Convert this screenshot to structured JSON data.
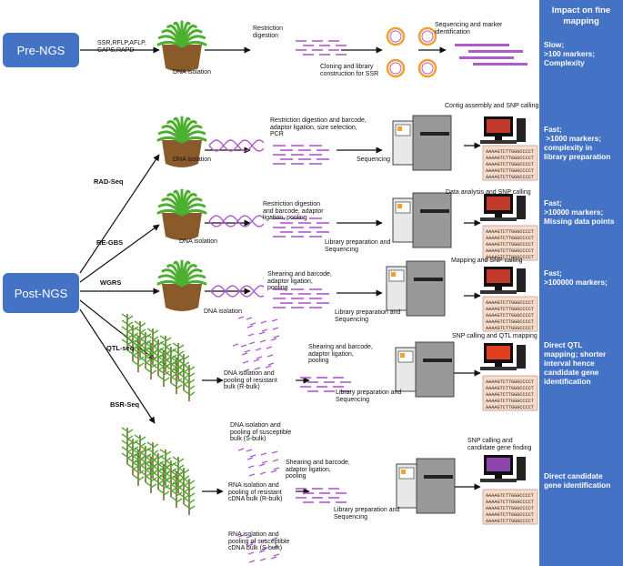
{
  "boxes": {
    "pre_ngs": "Pre-NGS",
    "post_ngs": "Post-NGS"
  },
  "impact_header": "Impact on fine\nmapping",
  "rows": {
    "pre": {
      "markers": "SSR,RFLP,AFLP,\nCAPS,RAPD",
      "dna_isolation": "DNA isolation",
      "step1": "Restriction\ndigestion",
      "step2": "Cloning and library\nconstruction for SSR",
      "step3": "Sequencing and marker\nidentification",
      "impact": "Slow;\n>100 markers;\nComplexity"
    },
    "rad": {
      "method": "RAD-Seq",
      "dna_isolation": "DNA isolation",
      "step1": "Restriction digestion and barcode,\nadaptor ligation, size selection,\nPCR",
      "step2": "Sequencing",
      "analysis": "Contig assembly and SNP calling",
      "impact": "Fast;\n >1000 markers;\ncomplexity in\nlibrary preparation"
    },
    "gbs": {
      "method": "RE-GBS",
      "dna_isolation": "DNA isolation",
      "step1": "Restriction digestion\nand barcode, adaptor\nligation, pooling",
      "step2": "Library preparation and\nSequencing",
      "analysis": "Data analysis and SNP calling",
      "impact": "Fast;\n>10000 markers;\nMissing data points"
    },
    "wgrs": {
      "method": "WGRS",
      "dna_isolation": "DNA isolation",
      "step1": "Shearing and barcode,\nadaptor ligation,\npooling",
      "step2": "Library preparation and\nSequencing",
      "analysis": "Mapping and SNP calling",
      "impact": "Fast;\n>100000 markers;"
    },
    "qtl": {
      "method": "QTL-seq",
      "dna_r": "DNA isolation and\npooling of resistant\nbulk (R-bulk)",
      "dna_s": "DNA isolation and\npooling of susceptible\nbulk (S-bulk)",
      "step1": "Shearing and barcode,\nadaptor ligation,\npooling",
      "step2": "Library preparation and\nSequencing",
      "analysis": "SNP calling and QTL mapping",
      "impact": "Direct QTL\nmapping; shorter\ninterval hence\ncandidate gene\nidentification"
    },
    "bsr": {
      "method": "BSR-Seq",
      "rna_r": "RNA isolation and\npooling of resistant\ncDNA bulk (R-bulk)",
      "rna_s": "RNA isolation and\npooling of susceptible\ncDNA bulk (S-bulk)",
      "step1": "Shearing and barcode,\nadaptor ligation,\npooling",
      "step2": "Library preparation and\nSequencing",
      "analysis": "SNP calling and\ncandidate gene finding",
      "impact": "Direct candidate\ngene identification"
    }
  },
  "sequence_text": "AAAAGTCTTGGGCCCCT",
  "colors": {
    "accent_blue": "#4472c4",
    "dna_purple": "#b05ad0",
    "plant_green": "#4caf30",
    "soil_brown": "#8b5a2b",
    "ring_orange": "#f0a030",
    "seq_box": "#f8dcc8"
  }
}
